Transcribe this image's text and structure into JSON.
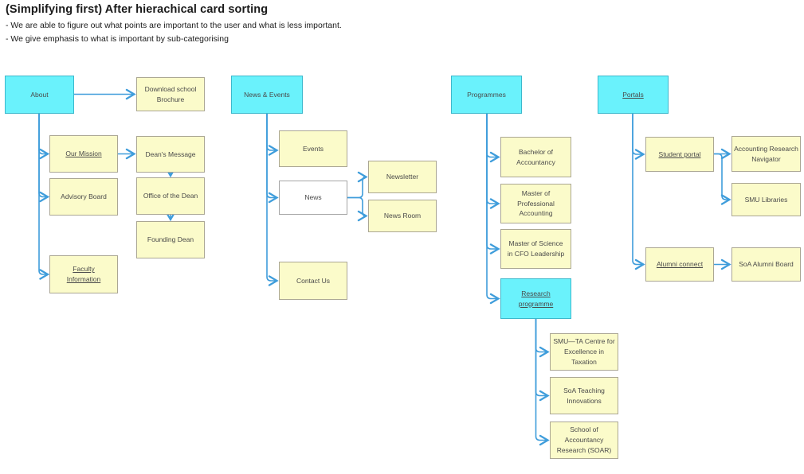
{
  "header": {
    "title": "(Simplifying first) After hierachical card sorting",
    "bullet_1": "- We are able to figure out what points are important to the user and what is less important.",
    "bullet_2": "- We give emphasis to what is important by sub-categorising"
  },
  "colors": {
    "cyan-fill": "#6af2fc",
    "cyan-border": "#3cb8cc",
    "yellow-fill": "#fbfbca",
    "yellow-border": "#aba794",
    "white-fill": "#ffffff",
    "white-border": "#a5a5a5",
    "connector": "#3f9ddb",
    "node-text": "#4a4a4a",
    "heading-text": "#1a1a1a"
  },
  "nodes": {
    "about": {
      "label": "About"
    },
    "download_brochure": {
      "label": "Download school\nBrochure"
    },
    "our_mission": {
      "label": "Our Mission"
    },
    "deans_message": {
      "label": "Dean's Message"
    },
    "advisory_board": {
      "label": "Advisory Board"
    },
    "office_of_the_dean": {
      "label": "Office of the Dean"
    },
    "founding_dean": {
      "label": "Founding Dean"
    },
    "faculty_information": {
      "label": "Faculty\nInformation"
    },
    "news_events": {
      "label": "News & Events"
    },
    "events": {
      "label": "Events"
    },
    "news": {
      "label": "News"
    },
    "newsletter": {
      "label": "Newsletter"
    },
    "news_room": {
      "label": "News Room"
    },
    "contact_us": {
      "label": "Contact Us"
    },
    "programmes": {
      "label": "Programmes"
    },
    "bachelor_of_accountancy": {
      "label": "Bachelor of\nAccountancy"
    },
    "master_professional_accounting": {
      "label": "Master of Professional\nAccounting"
    },
    "master_science_cfo": {
      "label": "Master of Science\nin CFO Leadership"
    },
    "research_programme": {
      "label": "Research\nprogramme"
    },
    "smu_ta_centre": {
      "label": "SMU—TA Centre for\nExcellence in\nTaxation"
    },
    "soa_teaching_innovations": {
      "label": "SoA Teaching\nInnovations"
    },
    "school_accountancy_research": {
      "label": "School of\nAccountancy\nResearch (SOAR)"
    },
    "portals": {
      "label": "Portals"
    },
    "student_portal": {
      "label": "Student portal"
    },
    "accounting_research_navigator": {
      "label": "Accounting Research\nNavigator"
    },
    "smu_libraries": {
      "label": "SMU Libraries"
    },
    "alumni_connect": {
      "label": "Alumni connect"
    },
    "soa_alumni_board": {
      "label": "SoA Alumni Board"
    }
  }
}
